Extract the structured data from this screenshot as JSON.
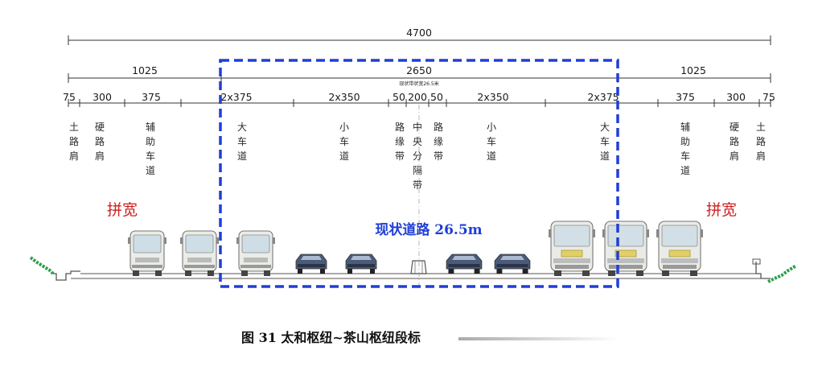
{
  "dimensions": {
    "total": "4700",
    "left_group": "1025",
    "middle_group": "2650",
    "right_group": "1025",
    "existing_note": "现状带状宽26.5米",
    "lane_widths": [
      "75",
      "300",
      "375",
      "2x375",
      "2x350",
      "50",
      "200",
      "50",
      "2x350",
      "2x375",
      "375",
      "300",
      "75"
    ]
  },
  "lanes": [
    {
      "label": "土路肩"
    },
    {
      "label": "硬路肩"
    },
    {
      "label": "辅助车道"
    },
    {
      "label": "大车道"
    },
    {
      "label": "小车道"
    },
    {
      "label": "路缘带"
    },
    {
      "label": "中央分隔带"
    },
    {
      "label": "路缘带"
    },
    {
      "label": "小车道"
    },
    {
      "label": "大车道"
    },
    {
      "label": "辅助车道"
    },
    {
      "label": "硬路肩"
    },
    {
      "label": "土路肩"
    }
  ],
  "annotations": {
    "widen_left": "拼宽",
    "widen_right": "拼宽",
    "existing_road": "现状道路 26.5m"
  },
  "caption": "图 31 太和枢纽~茶山枢纽段标",
  "colors": {
    "dashed_box": "#1f3fd6",
    "widen_text": "#cc2222",
    "road_text": "#1f3fd6",
    "grass": "#2e9e4f",
    "bus_body": "#e9ebe6",
    "car_body": "#4a5a78"
  }
}
